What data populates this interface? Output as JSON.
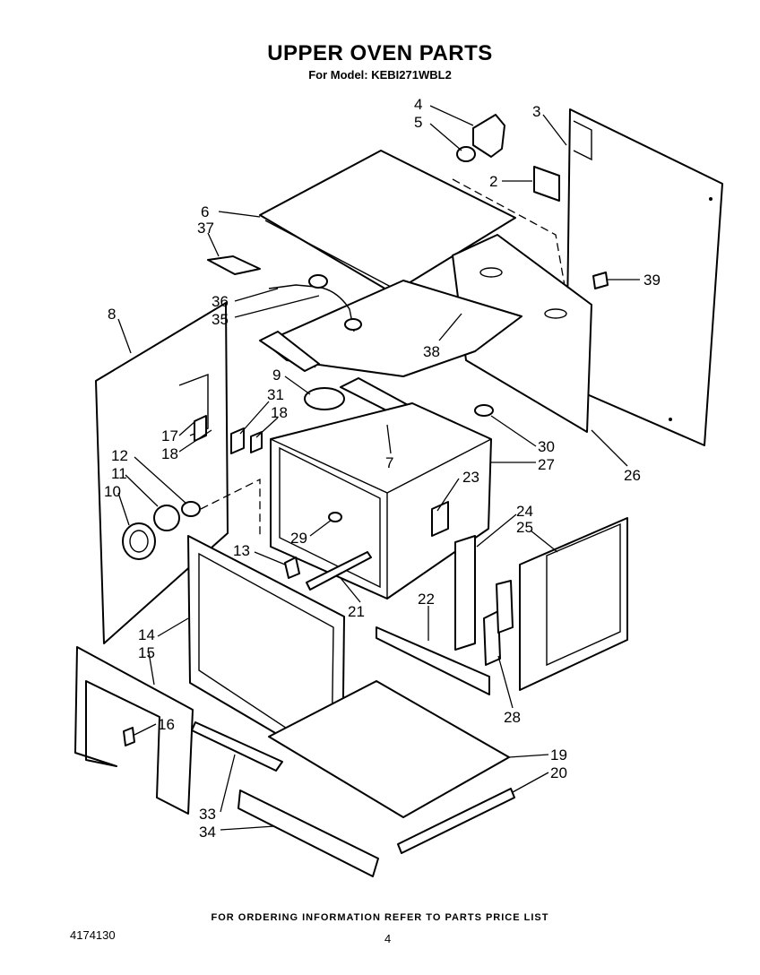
{
  "header": {
    "title": "UPPER OVEN PARTS",
    "model_line": "For Model: KEBI271WBL2"
  },
  "footer": {
    "ordering_note": "FOR ORDERING INFORMATION REFER TO PARTS PRICE LIST",
    "doc_number": "4174130",
    "page_number": "4"
  },
  "callouts": [
    "2",
    "3",
    "4",
    "5",
    "6",
    "37",
    "36",
    "35",
    "8",
    "9",
    "31",
    "18",
    "17",
    "18",
    "12",
    "11",
    "10",
    "13",
    "29",
    "7",
    "30",
    "27",
    "23",
    "24",
    "25",
    "26",
    "38",
    "39",
    "14",
    "15",
    "16",
    "21",
    "22",
    "28",
    "19",
    "20",
    "33",
    "34"
  ]
}
